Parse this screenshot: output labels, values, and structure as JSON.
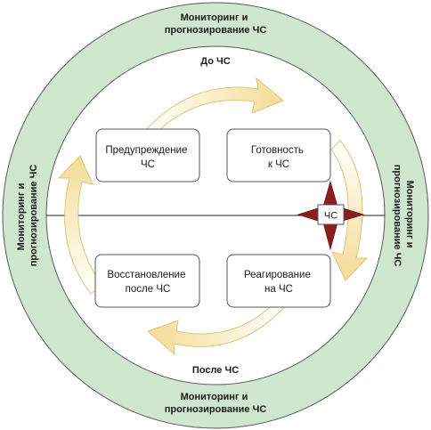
{
  "ring_labels": {
    "top": [
      "Мониторинг и",
      "прогнозирование ЧС"
    ],
    "bottom": [
      "Мониторинг и",
      "прогнозирование ЧС"
    ],
    "left": [
      "Мониторинг и",
      "прогнозирование ЧС"
    ],
    "right": [
      "Мониторинг и",
      "прогнозирование ЧС"
    ]
  },
  "phases": {
    "before": "До ЧС",
    "after": "После ЧС"
  },
  "boxes": {
    "warning": [
      "Предупреждение",
      "ЧС"
    ],
    "readiness": [
      "Готовность",
      "к ЧС"
    ],
    "recovery": [
      "Восстановление",
      "после ЧС"
    ],
    "response": [
      "Реагирование",
      "на ЧС"
    ]
  },
  "event_label": "ЧС",
  "colors": {
    "ring": "#cfe6cf",
    "ring_stroke": "#5a5a5a",
    "arrow_fill": "#f8ebbd",
    "arrow_stroke": "#e0c57a",
    "star": "#8b1e1e",
    "box_stroke": "#555555"
  }
}
